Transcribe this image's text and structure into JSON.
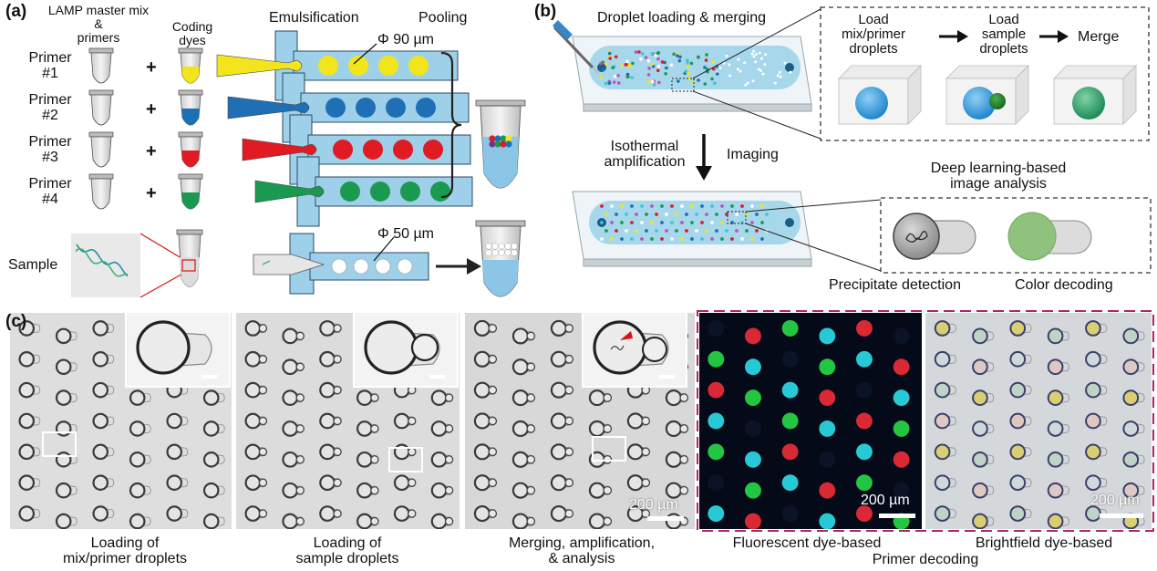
{
  "panel_a": {
    "label": "(a)",
    "master_mix_title": "LAMP master mix\n&\nprimers",
    "coding_dyes_title": "Coding\ndyes",
    "emulsification_title": "Emulsification",
    "pooling_title": "Pooling",
    "diameter_large": "Φ 90 µm",
    "diameter_small": "Φ 50 µm",
    "plus_sign": "+",
    "primers": [
      {
        "label": "Primer\n#1",
        "dye_color": "#f2e51c"
      },
      {
        "label": "Primer\n#2",
        "dye_color": "#1e6fb5"
      },
      {
        "label": "Primer\n#3",
        "dye_color": "#e01b24"
      },
      {
        "label": "Primer\n#4",
        "dye_color": "#1a9a50"
      }
    ],
    "sample_label": "Sample"
  },
  "panel_b": {
    "label": "(b)",
    "loading_title": "Droplet loading & merging",
    "steps": [
      "Load\nmix/primer\ndroplets",
      "Load\nsample\ndroplets",
      "Merge"
    ],
    "isothermal_label": "Isothermal\namplification",
    "imaging_label": "Imaging",
    "deep_learning_title": "Deep learning-based\nimage analysis",
    "precipitate_label": "Precipitate detection",
    "color_decoding_label": "Color decoding"
  },
  "panel_c": {
    "label": "(c)",
    "captions": [
      "Loading of\nmix/primer droplets",
      "Loading of\nsample droplets",
      "Merging, amplification,\n& analysis",
      "Fluorescent dye-based",
      "Brightfield dye-based"
    ],
    "group_caption": "Primer decoding",
    "scale_bar_label": "200 µm",
    "fluor_colors": [
      "#2ad4e0",
      "#d83fbf",
      "#25d145",
      "#e6e22a",
      "#e42b36",
      "#1e4fd8"
    ],
    "bright_colors": [
      "#d9cf72",
      "#dfc8c4",
      "#bfd4c6",
      "#cfd9dc"
    ]
  }
}
